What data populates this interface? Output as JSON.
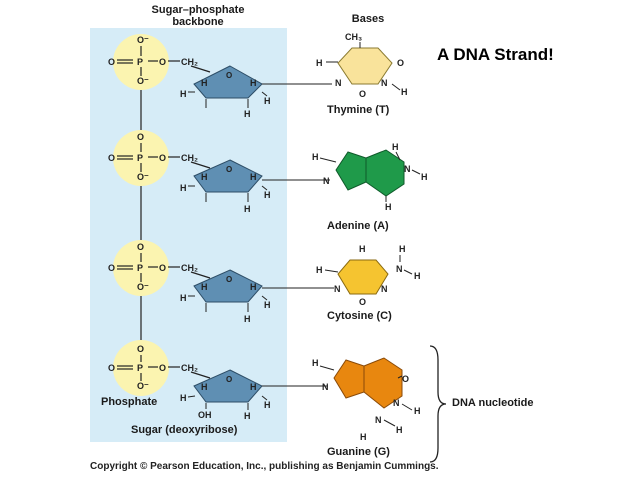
{
  "header": {
    "backbone_title": "Sugar–phosphate\nbackbone",
    "bases_title": "Bases",
    "page_title": "A DNA Strand!"
  },
  "bases": [
    {
      "name": "Thymine (T)",
      "color": "#f9e39b"
    },
    {
      "name": "Adenine (A)",
      "color": "#1f9a4a"
    },
    {
      "name": "Cytosine (C)",
      "color": "#f5c430"
    },
    {
      "name": "Guanine (G)",
      "color": "#e8870f"
    }
  ],
  "labels": {
    "phosphate": "Phosphate",
    "sugar": "Sugar (deoxyribose)",
    "nucleotide": "DNA nucleotide"
  },
  "copyright": "Copyright © Pearson Education, Inc., publishing as Benjamin Cummings.",
  "colors": {
    "backbone_panel": "#d6ecf7",
    "phosphate_circle": "#fbf4b0",
    "sugar": "#5f8fb3"
  }
}
